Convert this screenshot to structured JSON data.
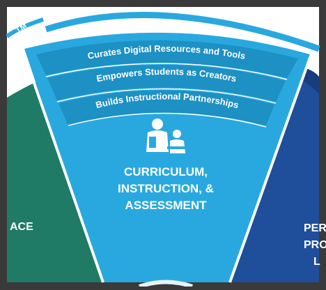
{
  "colors": {
    "frame": "#3a3a3a",
    "left_segment": "#1f7a66",
    "center_segment": "#29a8df",
    "center_band": "#1d90c4",
    "right_segment": "#1f4e9a",
    "right_inner": "#173d7c",
    "outer_ring": "#29a8df",
    "white": "#ffffff"
  },
  "top_arc": {
    "text": "TM"
  },
  "left_segment": {
    "label": "ACE",
    "icon": ""
  },
  "center_segment": {
    "bands": [
      "Curates Digital Resources and Tools",
      "Empowers Students as Creators",
      "Builds Instructional Partnerships"
    ],
    "icon": "teacher-student-icon",
    "title_lines": [
      "CURRICULUM,",
      "INSTRUCTION, &",
      "ASSESSMENT"
    ]
  },
  "right_segment": {
    "label_lines": [
      "PER",
      "PRO",
      "L"
    ]
  }
}
